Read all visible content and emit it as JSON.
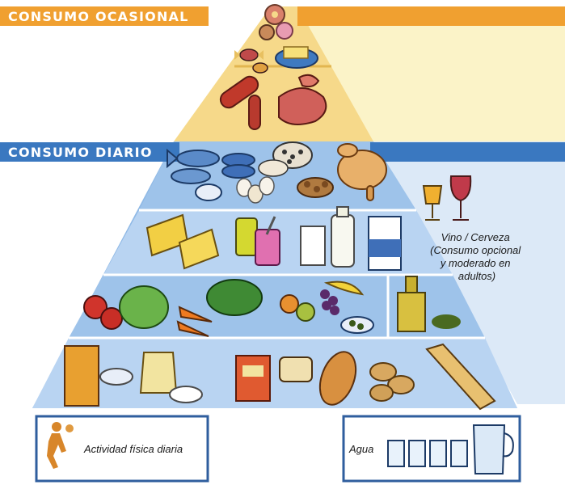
{
  "labels": {
    "occasional": "CONSUMO OCASIONAL",
    "daily": "CONSUMO DIARIO"
  },
  "side_note": {
    "lines": [
      "Vino / Cerveza",
      "(Consumo opcional",
      "y moderado en",
      "adultos)"
    ]
  },
  "bottom": {
    "activity": "Actividad física diaria",
    "water": "Agua"
  },
  "colors": {
    "occasional_bar": "#f0a030",
    "occasional_fill": "#f6d98a",
    "occasional_bg": "#fbf3c8",
    "daily_bar": "#3a78c0",
    "daily_fill": "#8fb9e6",
    "daily_light": "#b9d4f2",
    "daily_bg": "#dce9f7",
    "box_border": "#2f5e9e"
  },
  "illustrations": [
    "sweets-icon",
    "candy-icon",
    "butter-icon",
    "sausage-icon",
    "ham-icon",
    "fish-icon",
    "canned-fish-icon",
    "eggs-icon",
    "legumes-icon",
    "nuts-icon",
    "roast-chicken-icon",
    "cheese-icon",
    "yogurt-icon",
    "milk-glass-icon",
    "milk-bottle-icon",
    "milk-carton-icon",
    "tomato-icon",
    "lettuce-icon",
    "carrot-icon",
    "spinach-icon",
    "fruit-bowl-icon",
    "grapes-icon",
    "banana-icon",
    "olive-oil-icon",
    "olives-icon",
    "cereal-box-icon",
    "rice-bowl-icon",
    "flour-bag-icon",
    "sugar-bowl-icon",
    "biscuit-box-icon",
    "bread-icon",
    "potato-icon",
    "pasta-icon",
    "beer-glass-icon",
    "wine-glass-icon",
    "runner-icon",
    "water-glass-icon",
    "water-jug-icon"
  ]
}
